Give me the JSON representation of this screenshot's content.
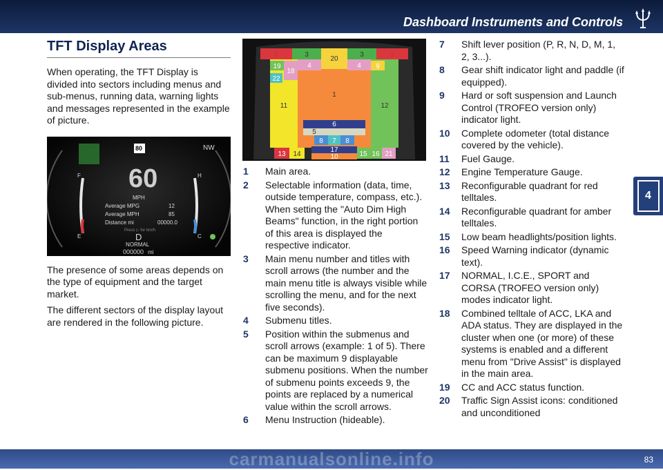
{
  "header": {
    "section_title": "Dashboard Instruments and Controls",
    "chapter": "4"
  },
  "footer": {
    "page_number": "83",
    "watermark": "carmanualsonline.info"
  },
  "intro": {
    "heading": "TFT Display Areas",
    "p1": "When operating, the TFT Display is divided into sectors including menus and sub-menus, running data, warning lights and messages represented in the example of picture.",
    "p2": "The presence of some areas depends on the type of equipment and the target market.",
    "p3": "The different sectors of the display layout are rendered in the following picture."
  },
  "cluster_photo": {
    "speed": "60",
    "speed_unit": "MPH",
    "speed_limit": "80",
    "compass": "NW",
    "rows": [
      {
        "label": "Average MPG",
        "value": "12"
      },
      {
        "label": "Average MPH",
        "value": "85"
      },
      {
        "label": "Distance mi",
        "value": "00000.0"
      }
    ],
    "hint": "Press ▷ for km/h",
    "gear": "D",
    "mode": "NORMAL",
    "odometer": "000000",
    "odometer_unit": "mi",
    "fuel_full": "F",
    "fuel_empty": "E",
    "temp_hot": "H",
    "temp_cold": "C"
  },
  "diagram": {
    "zones": {
      "z1": "1",
      "z2": "2",
      "z3": "3",
      "z4": "4",
      "z5": "5",
      "z6": "6",
      "z7": "7",
      "z8": "8",
      "z9": "9",
      "z10": "10",
      "z11": "11",
      "z12": "12",
      "z13": "13",
      "z14": "14",
      "z15": "15",
      "z16": "16",
      "z17": "17",
      "z18": "18",
      "z19": "19",
      "z20": "20",
      "z21": "21",
      "z22": "22"
    },
    "colors": {
      "main": "#f58a3c",
      "yellow": "#f2e52a",
      "green": "#72c25a",
      "blue": "#4a8fd6",
      "pink": "#e39ec4",
      "teal": "#4fc3c3",
      "red": "#d9363e",
      "navy": "#2f3f8e",
      "gold": "#f6d33d"
    }
  },
  "legend_left": [
    {
      "num": "1",
      "text": "Main area."
    },
    {
      "num": "2",
      "text": "Selectable information (data, time, outside temperature, compass, etc.). When setting the \"Auto Dim High Beams\" function, in the right portion of this area is displayed the respective indicator."
    },
    {
      "num": "3",
      "text": "Main menu number and titles with scroll arrows (the number and the main menu title is always visible while scrolling the menu, and for the next five seconds)."
    },
    {
      "num": "4",
      "text": "Submenu titles."
    },
    {
      "num": "5",
      "text": "Position within the submenus and scroll arrows (example: 1 of 5). There can be maximum 9 displayable submenu positions. When the number of submenu points exceeds 9, the points are replaced by a numerical value within the scroll arrows."
    },
    {
      "num": "6",
      "text": "Menu Instruction (hideable)."
    }
  ],
  "legend_right": [
    {
      "num": "7",
      "text": "Shift lever position (P, R, N, D, M, 1, 2, 3...)."
    },
    {
      "num": "8",
      "text": "Gear shift indicator light and paddle (if equipped)."
    },
    {
      "num": "9",
      "text": "Hard or soft suspension and Launch Control (TROFEO version only) indicator light."
    },
    {
      "num": "10",
      "text": "Complete odometer (total distance covered by the vehicle)."
    },
    {
      "num": "11",
      "text": "Fuel Gauge."
    },
    {
      "num": "12",
      "text": "Engine Temperature Gauge."
    },
    {
      "num": "13",
      "text": "Reconfigurable quadrant for red telltales."
    },
    {
      "num": "14",
      "text": "Reconfigurable quadrant for amber telltales."
    },
    {
      "num": "15",
      "text": "Low beam headlights/position lights."
    },
    {
      "num": "16",
      "text": "Speed Warning indicator (dynamic text)."
    },
    {
      "num": "17",
      "text": "NORMAL, I.C.E., SPORT and CORSA (TROFEO version only) modes indicator light."
    },
    {
      "num": "18",
      "text": "Combined telltale of ACC, LKA and ADA status. They are displayed in the cluster when one (or more) of these systems is enabled and a different menu from \"Drive Assist\" is displayed in the main area."
    },
    {
      "num": "19",
      "text": "CC and ACC status function."
    },
    {
      "num": "20",
      "text": "Traffic Sign Assist icons: conditioned and unconditioned"
    }
  ]
}
